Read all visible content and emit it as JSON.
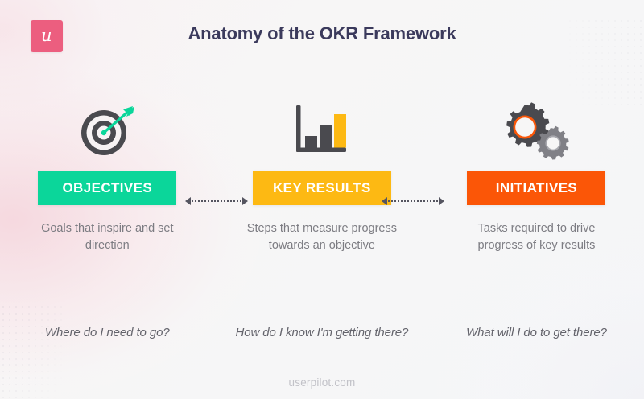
{
  "header": {
    "logo_letter": "u",
    "logo_color": "#ec5e7f",
    "title": "Anatomy of the OKR Framework",
    "title_color": "#3b3a5c"
  },
  "columns": [
    {
      "icon": "target-dartboard-icon",
      "label": "OBJECTIVES",
      "chip_color": "#0bd69a",
      "description": "Goals that inspire and set direction",
      "question": "Where do I need to go?"
    },
    {
      "icon": "bar-chart-icon",
      "label": "KEY RESULTS",
      "chip_color": "#fdb913",
      "description": "Steps that measure progress towards an objective",
      "question": "How do I know I'm getting there?"
    },
    {
      "icon": "gears-icon",
      "label": "INITIATIVES",
      "chip_color": "#fb5607",
      "description": "Tasks required to drive progress of key results",
      "question": "What will I do to get there?"
    }
  ],
  "connectors": [
    {
      "name": "objectives-to-key-results",
      "style": "dotted-double-arrow",
      "color": "#555560"
    },
    {
      "name": "key-results-to-initiatives",
      "style": "dotted-double-arrow",
      "color": "#555560"
    }
  ],
  "footer": {
    "watermark": "userpilot.com"
  }
}
